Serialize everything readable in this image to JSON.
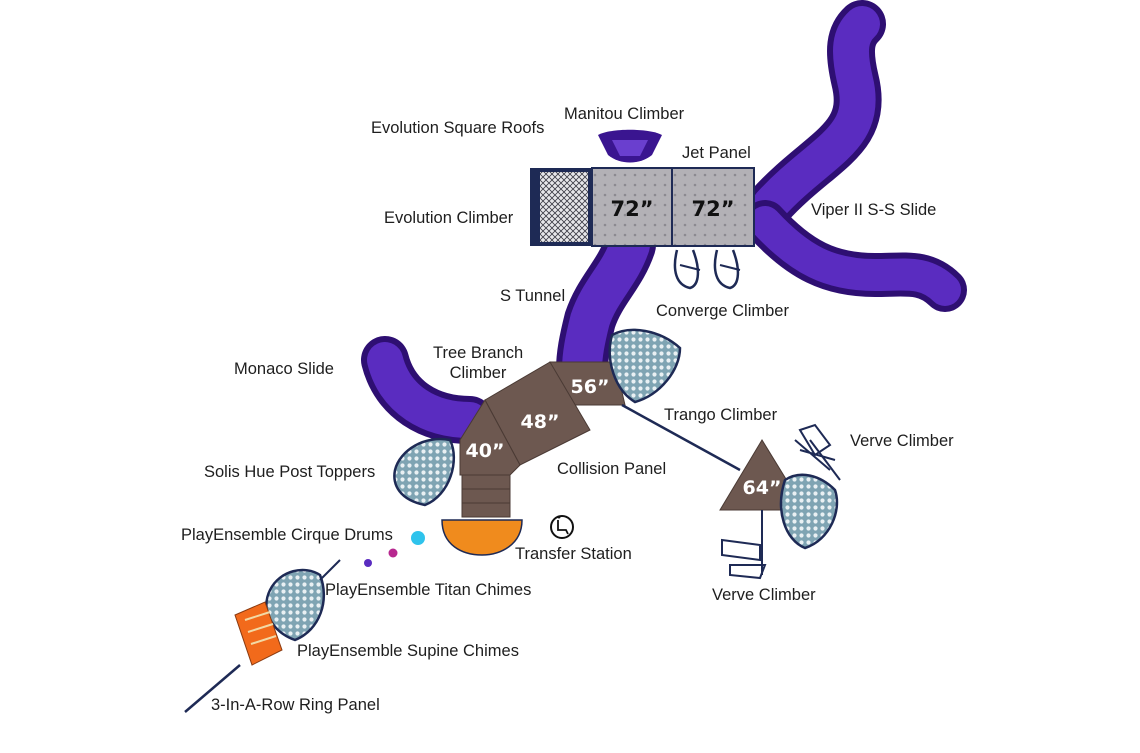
{
  "colors": {
    "slide_purple": "#4b1fa3",
    "slide_purple_dark": "#2e0f72",
    "deck_brown": "#6d5850",
    "panel_gray": "#aaa8ad",
    "frame_navy": "#1e2a55",
    "drum_orange": "#f08b1d",
    "drum_magenta": "#b7288f",
    "drum_cyan": "#2fc3ec",
    "chimes_orange": "#f26a1b"
  },
  "decks": {
    "d72a": "72”",
    "d72b": "72”",
    "d56": "56”",
    "d48": "48”",
    "d40": "40”",
    "d64": "64”"
  },
  "labels": {
    "evolution_square_roofs": "Evolution Square Roofs",
    "manitou_climber": "Manitou Climber",
    "jet_panel": "Jet Panel",
    "evolution_climber": "Evolution Climber",
    "viper_slide": "Viper II S-S Slide",
    "s_tunnel": "S Tunnel",
    "converge_climber": "Converge Climber",
    "monaco_slide": "Monaco Slide",
    "tree_branch_climber_1": "Tree Branch",
    "tree_branch_climber_2": "Climber",
    "trango_climber": "Trango Climber",
    "verve_climber_top": "Verve Climber",
    "solis_hue": "Solis Hue Post Toppers",
    "collision_panel": "Collision Panel",
    "cirque_drums": "PlayEnsemble Cirque Drums",
    "transfer_station": "Transfer Station",
    "titan_chimes": "PlayEnsemble Titan Chimes",
    "verve_climber_bottom": "Verve Climber",
    "supine_chimes": "PlayEnsemble Supine Chimes",
    "ring_panel": "3-In-A-Row Ring Panel"
  },
  "icons": {
    "accessibility": "wheelchair-accessibility-icon"
  }
}
